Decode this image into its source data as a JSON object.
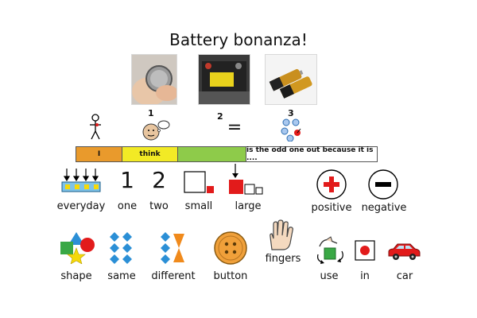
{
  "title": "Battery bonanza!",
  "photos": [
    {
      "number": "1",
      "subject": "button cell battery"
    },
    {
      "number": "2",
      "subject": "car battery"
    },
    {
      "number": "3",
      "subject": "AA batteries"
    }
  ],
  "equals_sign": "=",
  "sentence_strip": [
    {
      "text": "I",
      "color": "#e99a2c"
    },
    {
      "text": "think",
      "color": "#f2ea25"
    },
    {
      "text": "",
      "color": "#8ecb4a"
    },
    {
      "text": "is the odd one out because it is ....",
      "color": "#ffffff"
    }
  ],
  "digits": {
    "one": "1",
    "two": "2"
  },
  "symbols": {
    "everyday": "everyday",
    "one": "one",
    "two": "two",
    "small": "small",
    "large": "large",
    "positive": "positive",
    "negative": "negative",
    "shape": "shape",
    "same": "same",
    "different": "different",
    "button": "button",
    "fingers": "fingers",
    "use": "use",
    "in": "in",
    "car": "car"
  },
  "colors": {
    "red": "#e21b1b",
    "blue": "#2b8fd6",
    "orange": "#f08a1c",
    "green": "#39a845",
    "yellow": "#f5d90a"
  }
}
